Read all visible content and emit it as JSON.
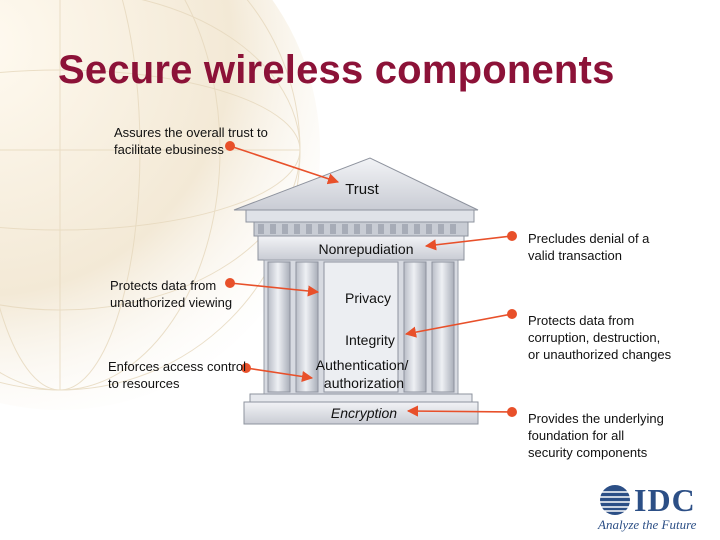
{
  "title": "Secure wireless components",
  "temple": {
    "pediment": "Trust",
    "architrave": "Nonrepudiation",
    "layers": [
      "Privacy",
      "Integrity",
      "Authentication/\nauthorization"
    ],
    "base": "Encryption"
  },
  "annotations": {
    "trust": "Assures the overall trust to\nfacilitate ebusiness",
    "nonrepudiation": "Precludes denial of a\nvalid transaction",
    "privacy": "Protects data from\nunauthorized viewing",
    "integrity": "Protects data from\ncorruption, destruction,\nor unauthorized changes",
    "authentication": "Enforces access control\nto resources",
    "encryption": "Provides the underlying\nfoundation for all\nsecurity components"
  },
  "logo": {
    "brand": "IDC",
    "tagline": "Analyze the Future"
  },
  "colors": {
    "title": "#8c1238",
    "arrow": "#e8502a",
    "logo": "#2c4f86"
  }
}
